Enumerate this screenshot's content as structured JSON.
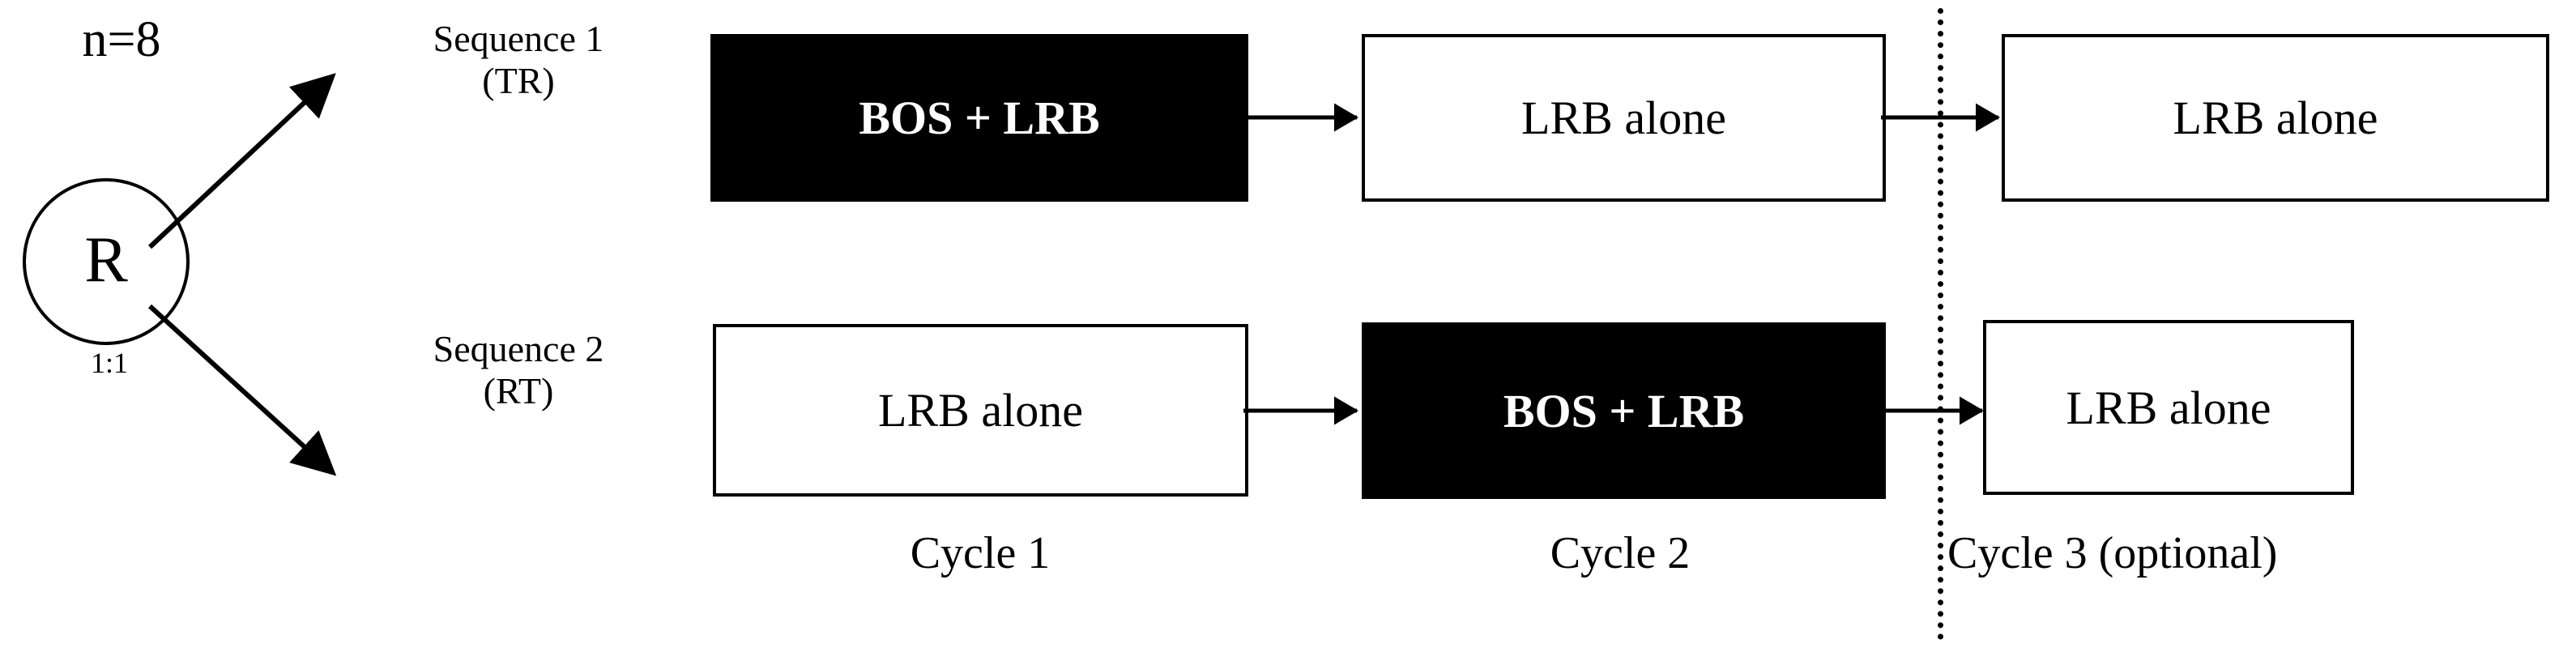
{
  "randomisation": {
    "sample_size_label": "n=8",
    "node_letter": "R",
    "allocation_ratio": "1:1"
  },
  "sequences": [
    {
      "name": "Sequence 1",
      "code": "(TR)",
      "label": "Sequence 1\n(TR)"
    },
    {
      "name": "Sequence 2",
      "code": "(RT)",
      "label": "Sequence 2\n(RT)"
    }
  ],
  "treatments": {
    "combination": "BOS + LRB",
    "monotherapy": "LRB alone"
  },
  "grid": {
    "row1": [
      {
        "label": "BOS + LRB",
        "style": "dark"
      },
      {
        "label": "LRB alone",
        "style": "light"
      },
      {
        "label": "LRB alone",
        "style": "light"
      }
    ],
    "row2": [
      {
        "label": "LRB alone",
        "style": "light"
      },
      {
        "label": "BOS + LRB",
        "style": "dark"
      },
      {
        "label": "LRB alone",
        "style": "light"
      }
    ]
  },
  "cycles": [
    {
      "label": "Cycle 1"
    },
    {
      "label": "Cycle 2"
    },
    {
      "label": "Cycle 3 (optional)"
    }
  ],
  "colors": {
    "background": "#ffffff",
    "stroke": "#000000",
    "dark_box_fill": "#000000",
    "dark_box_text": "#ffffff",
    "light_box_fill": "#ffffff",
    "light_box_text": "#000000"
  }
}
